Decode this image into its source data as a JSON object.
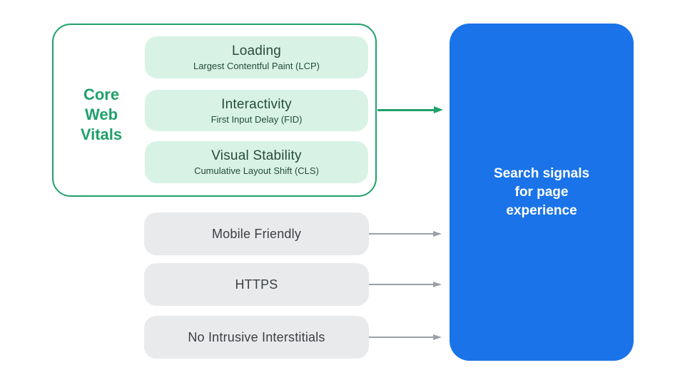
{
  "colors": {
    "background": "#FFFFFF",
    "green": "#1FA16B",
    "mint": "#D8F3E6",
    "mint_text": "#254B3D",
    "blue": "#1A73E8",
    "gray_pill": "#E9EAEC",
    "gray_text": "#3C4043",
    "gray_arrow": "#9AA0A6",
    "white_text": "#FFFFFF"
  },
  "core_web_vitals": {
    "label": "Core Web Vitals",
    "items": [
      {
        "title": "Loading",
        "subtitle": "Largest Contentful Paint (LCP)"
      },
      {
        "title": "Interactivity",
        "subtitle": "First Input Delay (FID)"
      },
      {
        "title": "Visual Stability",
        "subtitle": "Cumulative Layout Shift (CLS)"
      }
    ]
  },
  "other_signals": [
    {
      "label": "Mobile Friendly"
    },
    {
      "label": "HTTPS"
    },
    {
      "label": "No Intrusive Interstitials"
    }
  ],
  "result": {
    "label": "Search signals for page experience"
  }
}
